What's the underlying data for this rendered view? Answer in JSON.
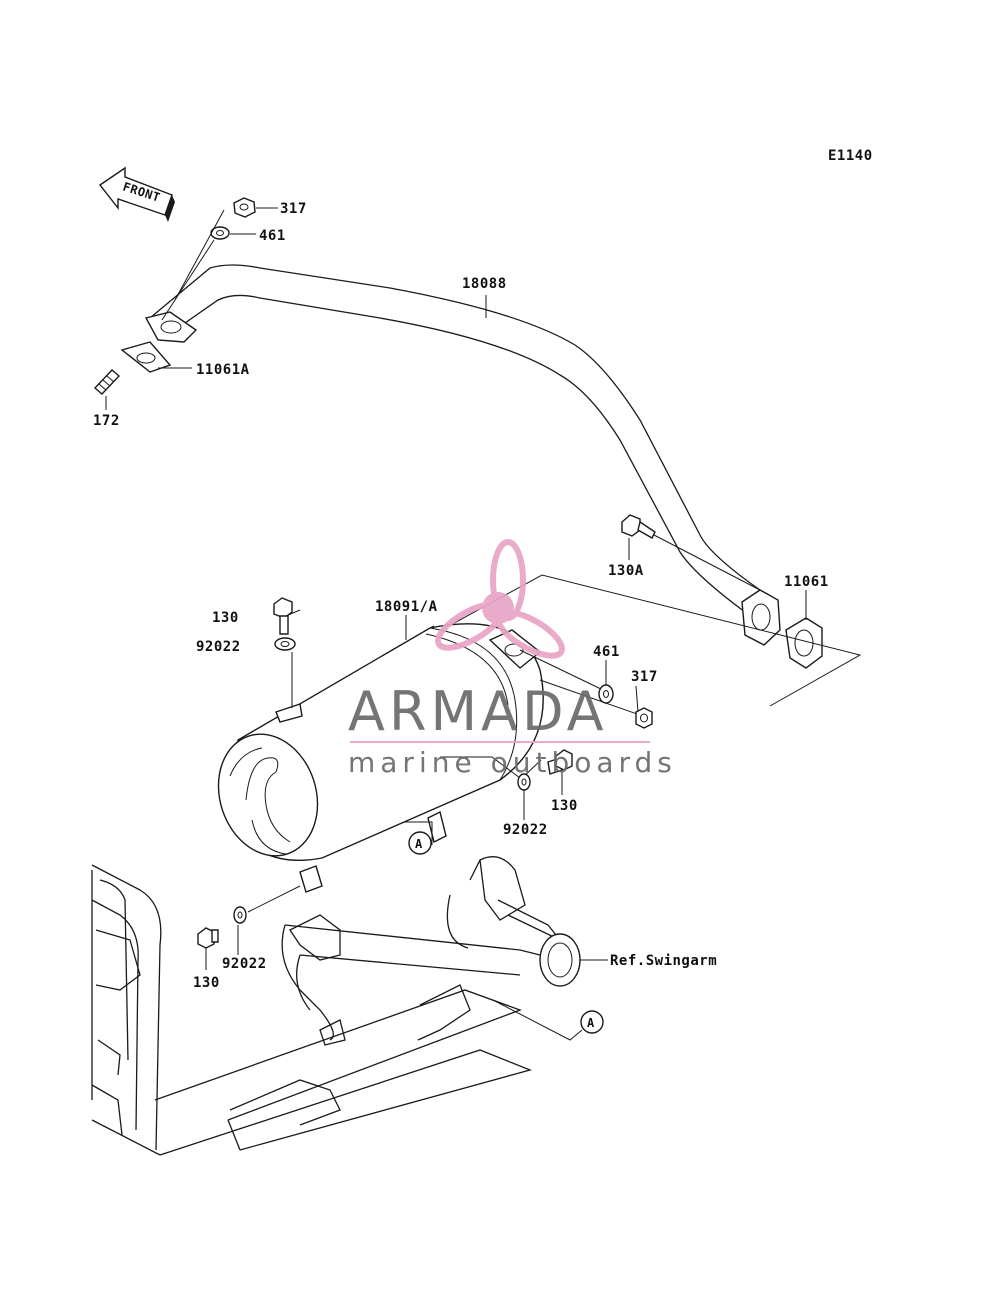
{
  "diagram_code": "E1140",
  "front_label": "FRONT",
  "reference_letter": "A",
  "swingarm_ref": "Ref.Swingarm",
  "watermark": {
    "brand": "ARMADA",
    "tagline": "marine outboards",
    "accent_color": "#e9a3c6"
  },
  "parts": {
    "nut_top": "317",
    "washer_top": "461",
    "exhaust_pipe": "18088",
    "gasket_front": "11061A",
    "stud_front": "172",
    "bolt_pipe": "130A",
    "gasket_rear": "11061",
    "muffler": "18091/A",
    "bolt_upper": "130",
    "washer_upper": "92022",
    "washer_mid": "461",
    "nut_mid": "317",
    "bolt_mid": "130",
    "washer_mid2": "92022",
    "washer_lower": "92022",
    "bolt_lower": "130"
  }
}
